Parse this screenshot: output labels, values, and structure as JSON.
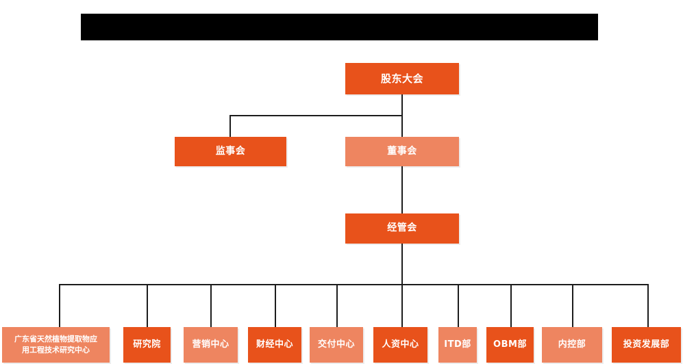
{
  "document": {
    "type": "organization-chart",
    "background_color": "#FFFFFF",
    "redacted_title_banner": {
      "present": true,
      "color": "#000000",
      "label": ""
    }
  },
  "palette": {
    "primary_dark_orange": "#E8521B",
    "secondary_light_orange": "#EE8560",
    "connector_line": "#1C1C1C",
    "node_text": "#FFFFFF"
  },
  "nodes": {
    "shareholders_meeting": {
      "label": "股东大会",
      "tone": "dark"
    },
    "board_of_supervisors": {
      "label": "监事会",
      "tone": "dark"
    },
    "board_of_directors": {
      "label": "董事会",
      "tone": "light"
    },
    "management_committee": {
      "label": "经管会",
      "tone": "dark"
    }
  },
  "departments": [
    {
      "label": "广东省天然植物提取物应\n用工程技术研究中心",
      "line1": "广东省天然植物提取物应",
      "line2": "用工程技术研究中心",
      "tone": "light"
    },
    {
      "label": "研究院",
      "tone": "dark"
    },
    {
      "label": "营销中心",
      "tone": "light"
    },
    {
      "label": "财经中心",
      "tone": "dark"
    },
    {
      "label": "交付中心",
      "tone": "light"
    },
    {
      "label": "人资中心",
      "tone": "dark"
    },
    {
      "label": "ITD部",
      "tone": "light"
    },
    {
      "label": "OBM部",
      "tone": "dark"
    },
    {
      "label": "内控部",
      "tone": "light"
    },
    {
      "label": "投资发展部",
      "tone": "dark"
    }
  ]
}
